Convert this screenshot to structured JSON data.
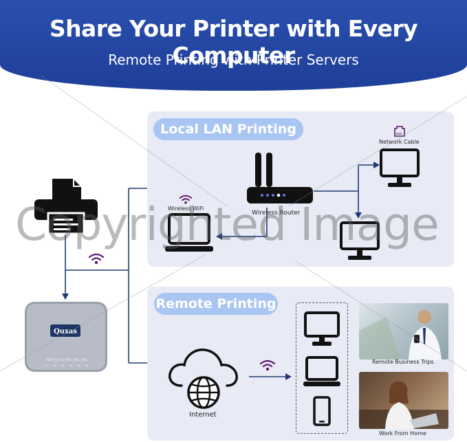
{
  "banner": {
    "title": "Share Your Printer with Every Computer",
    "subtitle": "Remote Printing with Printer Servers"
  },
  "lan_section": {
    "heading": "Local LAN Printing",
    "network_cable_label": "Network Cable",
    "wireless_wifi_label": "Wireless WiFi",
    "wireless_router_label": "Wireless Router"
  },
  "remote_section": {
    "heading": "Remote Printing",
    "internet_label": "Internet",
    "remote_business_trips_label": "Remote Business Trips",
    "work_from_home_label": "Work From Home"
  },
  "print_server": {
    "brand": "Quxas",
    "port_labels": "PWR SYS USB Wifi LAN1 LAN2"
  },
  "watermark_text": "Copyrighted Image",
  "colors": {
    "banner_blue": "#1e3f98",
    "panel_bg": "#e8ebf5",
    "pill_blue": "#a9c5f2",
    "line_navy": "#1f3a73",
    "wifi_purple": "#5a1a6e",
    "device_black": "#111111"
  },
  "icons": [
    "printer-icon",
    "print-server-device",
    "wifi-icon",
    "router-icon",
    "monitor-icon",
    "laptop-icon",
    "cloud-globe-icon",
    "smartphone-icon",
    "ethernet-port-icon",
    "arrow-icon"
  ]
}
